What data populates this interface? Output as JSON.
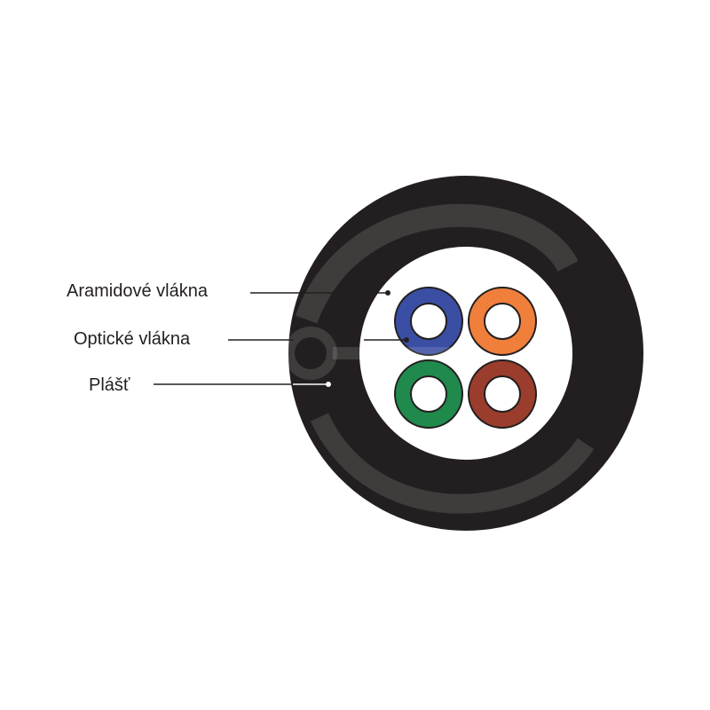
{
  "labels": {
    "aramid": "Aramidové vlákna",
    "optical": "Optické vlákna",
    "jacket": "Plášť"
  },
  "colors": {
    "jacket": "#231f20",
    "fill": "#ffffff",
    "fiber_blue": "#3a4fa3",
    "fiber_orange": "#f07f3c",
    "fiber_green": "#1f8a4c",
    "fiber_brown": "#9a3d2c",
    "text": "#231f20"
  },
  "fibers": [
    {
      "name": "fiber-blue",
      "color_key": "fiber_blue"
    },
    {
      "name": "fiber-orange",
      "color_key": "fiber_orange"
    },
    {
      "name": "fiber-green",
      "color_key": "fiber_green"
    },
    {
      "name": "fiber-brown",
      "color_key": "fiber_brown"
    }
  ]
}
